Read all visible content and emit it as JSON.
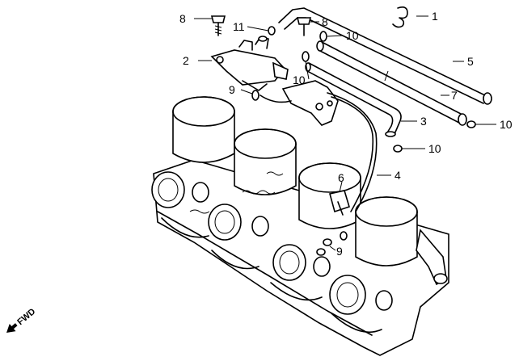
{
  "callouts": {
    "c1": "1",
    "c2": "2",
    "c3": "3",
    "c4": "4",
    "c5": "5",
    "c6": "6",
    "c7": "7",
    "c8a": "8",
    "c8b": "8",
    "c9a": "9",
    "c9b": "9",
    "c10a": "10",
    "c10b": "10",
    "c10c": "10",
    "c10d": "10",
    "c11": "11"
  },
  "direction": {
    "label": "FWD"
  }
}
